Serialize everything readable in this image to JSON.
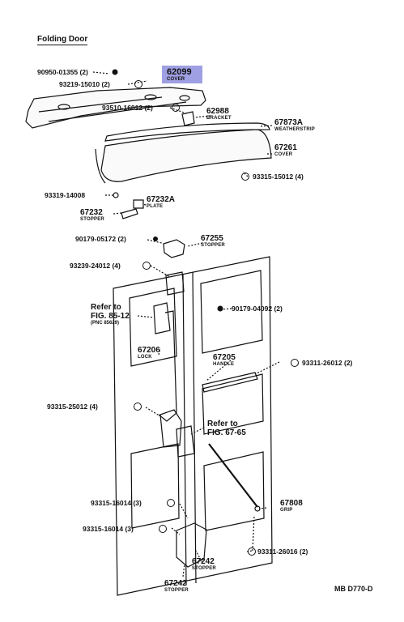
{
  "title": "Folding Door",
  "figure_code": "MB D770-D",
  "highlight": {
    "number": "62099",
    "name": "COVER"
  },
  "parts": [
    {
      "id": "p62988",
      "number": "62988",
      "name": "BRACKET"
    },
    {
      "id": "p67873a",
      "number": "67873A",
      "name": "WEATHERSTRIP"
    },
    {
      "id": "p67261",
      "number": "67261",
      "name": "COVER"
    },
    {
      "id": "p67232a",
      "number": "67232A",
      "name": "PLATE"
    },
    {
      "id": "p67232",
      "number": "67232",
      "name": "STOPPER"
    },
    {
      "id": "p67255",
      "number": "67255",
      "name": "STOPPER"
    },
    {
      "id": "p67206",
      "number": "67206",
      "name": "LOCK"
    },
    {
      "id": "p67205",
      "number": "67205",
      "name": "HANDLE"
    },
    {
      "id": "p67808",
      "number": "67808",
      "name": "GRIP"
    },
    {
      "id": "p67242a",
      "number": "67242",
      "name": "STOPPER"
    },
    {
      "id": "p67242b",
      "number": "67242",
      "name": "STOPPER"
    }
  ],
  "fasteners": [
    {
      "id": "f1",
      "text": "90950-01355 (2)"
    },
    {
      "id": "f2",
      "text": "93219-15010 (2)"
    },
    {
      "id": "f3",
      "text": "93510-16012 (2)"
    },
    {
      "id": "f4",
      "text": "93315-15012 (4)"
    },
    {
      "id": "f5",
      "text": "93319-14008"
    },
    {
      "id": "f6",
      "text": "90179-05172 (2)"
    },
    {
      "id": "f7",
      "text": "93239-24012 (4)"
    },
    {
      "id": "f8",
      "text": "90179-04092 (2)"
    },
    {
      "id": "f9",
      "text": "93311-26012 (2)"
    },
    {
      "id": "f10",
      "text": "93315-25012 (4)"
    },
    {
      "id": "f11",
      "text": "93315-16014 (3)"
    },
    {
      "id": "f12",
      "text": "93315-16014 (3)"
    },
    {
      "id": "f13",
      "text": "93311-26016 (2)"
    }
  ],
  "refs": [
    {
      "id": "r1",
      "line1": "Refer to",
      "line2": "FIG. 85-12",
      "sub": "(PNC 85629)"
    },
    {
      "id": "r2",
      "line1": "Refer to",
      "line2": "FIG. 67-65",
      "sub": ""
    }
  ]
}
